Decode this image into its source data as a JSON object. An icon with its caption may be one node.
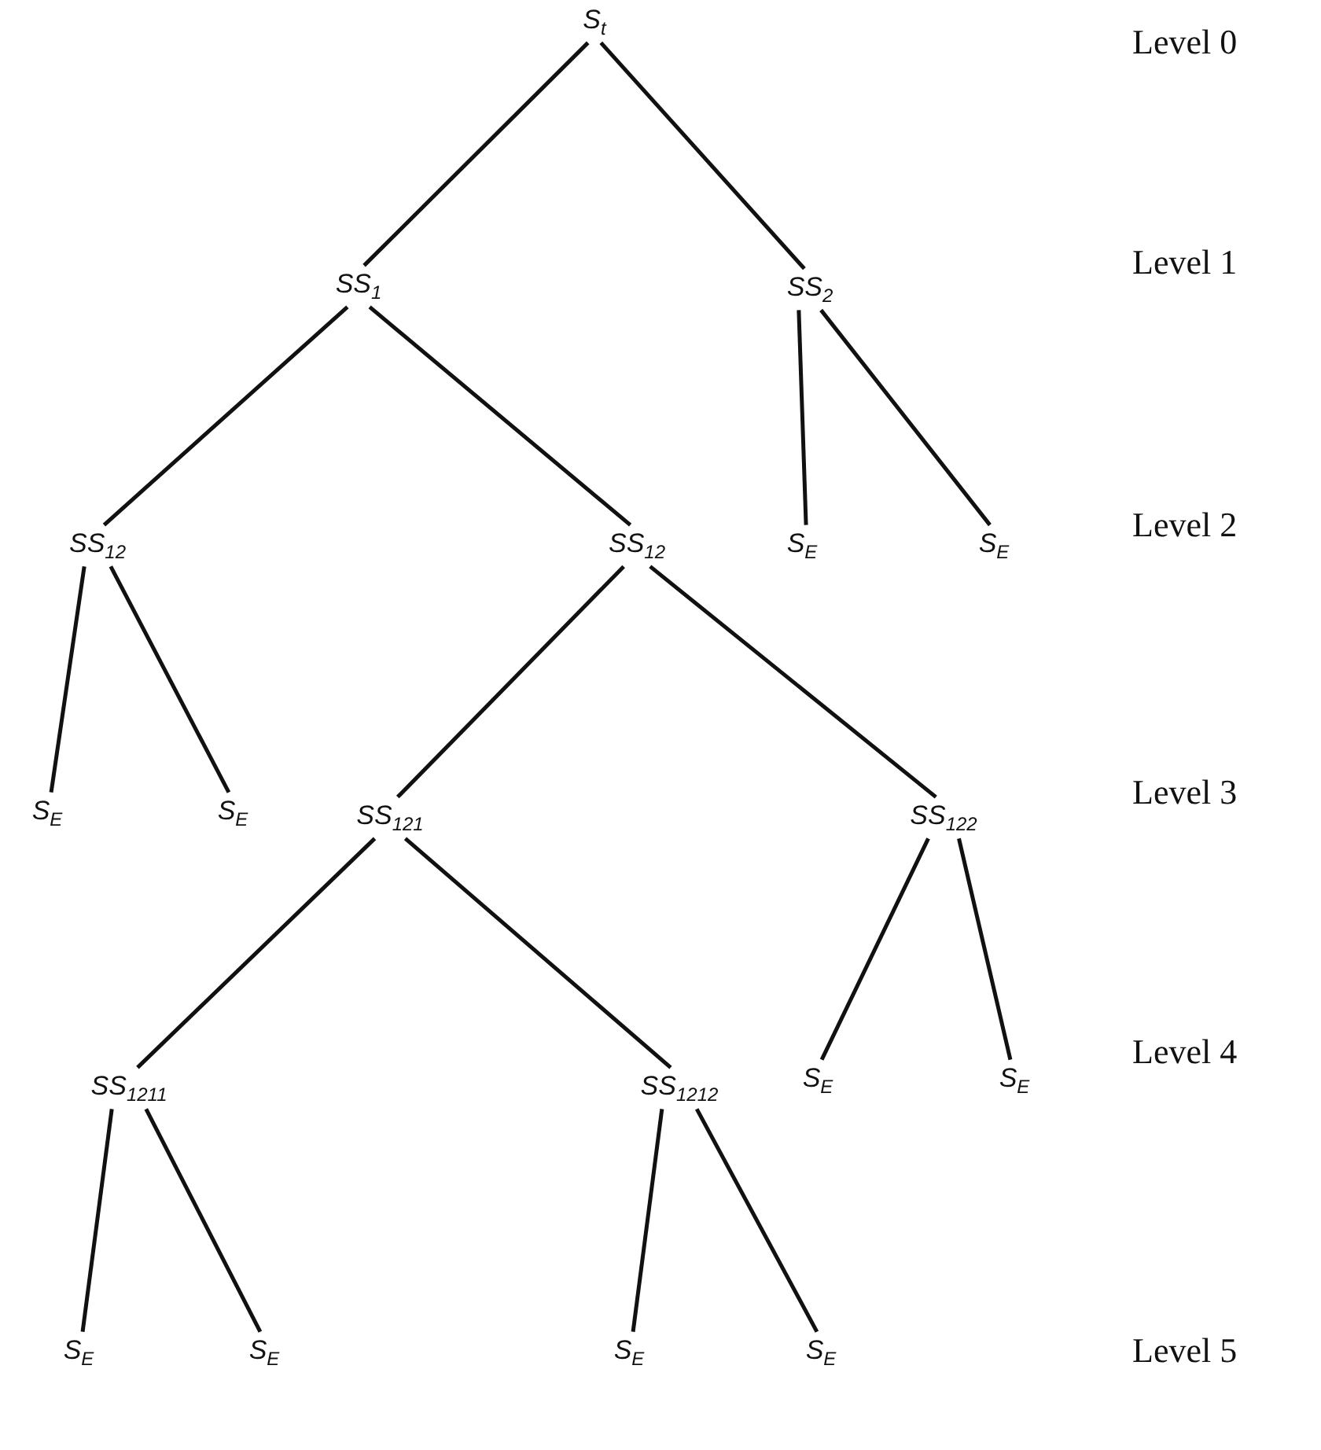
{
  "diagram": {
    "nodes": [
      {
        "text": [
          "S$_{t}$"
        ]
      },
      {
        "text": [
          "SS$_{1}$"
        ]
      },
      {
        "text": [
          "SS$_{2}$"
        ]
      },
      {
        "text": [
          "SS$_{12}$"
        ]
      },
      {
        "text": [
          "SS$_{12}$"
        ]
      },
      {
        "text": [
          "S$_{E}$"
        ]
      },
      {
        "text": [
          "S$_{E}$"
        ]
      },
      {
        "text": [
          "S$_{E}$"
        ]
      },
      {
        "text": [
          "S$_{E}$"
        ]
      },
      {
        "text": [
          "SS$_{121}$"
        ]
      },
      {
        "text": [
          "SS$_{122}$"
        ]
      },
      {
        "text": [
          "SS$_{1211}$"
        ]
      },
      {
        "text": [
          "SS$_{1212}$"
        ]
      },
      {
        "text": [
          "S$_{E}$"
        ]
      },
      {
        "text": [
          "S$_{E}$"
        ]
      },
      {
        "text": [
          "S$_{E}$"
        ]
      },
      {
        "text": [
          "S$_{E}$"
        ]
      },
      {
        "text": [
          "S$_{E}$"
        ]
      },
      {
        "text": [
          "S$_{E}$"
        ]
      }
    ],
    "edges": [
      {
        "from": 0,
        "to": 1,
        "arrow": "none"
      },
      {
        "from": 0,
        "to": 2,
        "arrow": "none"
      },
      {
        "from": 1,
        "to": 3,
        "arrow": "none"
      },
      {
        "from": 1,
        "to": 4,
        "arrow": "none"
      },
      {
        "from": 2,
        "to": 5,
        "arrow": "none"
      },
      {
        "from": 2,
        "to": 6,
        "arrow": "none"
      },
      {
        "from": 3,
        "to": 7,
        "arrow": "none"
      },
      {
        "from": 3,
        "to": 8,
        "arrow": "none"
      },
      {
        "from": 4,
        "to": 9,
        "arrow": "none"
      },
      {
        "from": 4,
        "to": 10,
        "arrow": "none"
      },
      {
        "from": 9,
        "to": 11,
        "arrow": "none"
      },
      {
        "from": 9,
        "to": 12,
        "arrow": "none"
      },
      {
        "from": 10,
        "to": 13,
        "arrow": "none"
      },
      {
        "from": 10,
        "to": 14,
        "arrow": "none"
      },
      {
        "from": 11,
        "to": 15,
        "arrow": "none"
      },
      {
        "from": 11,
        "to": 16,
        "arrow": "none"
      },
      {
        "from": 12,
        "to": 17,
        "arrow": "none"
      },
      {
        "from": 12,
        "to": 18,
        "arrow": "none"
      }
    ],
    "labels": [
      "Level 0",
      "Level 1",
      "Level 2",
      "Level 3",
      "Level 4",
      "Level 5"
    ]
  }
}
